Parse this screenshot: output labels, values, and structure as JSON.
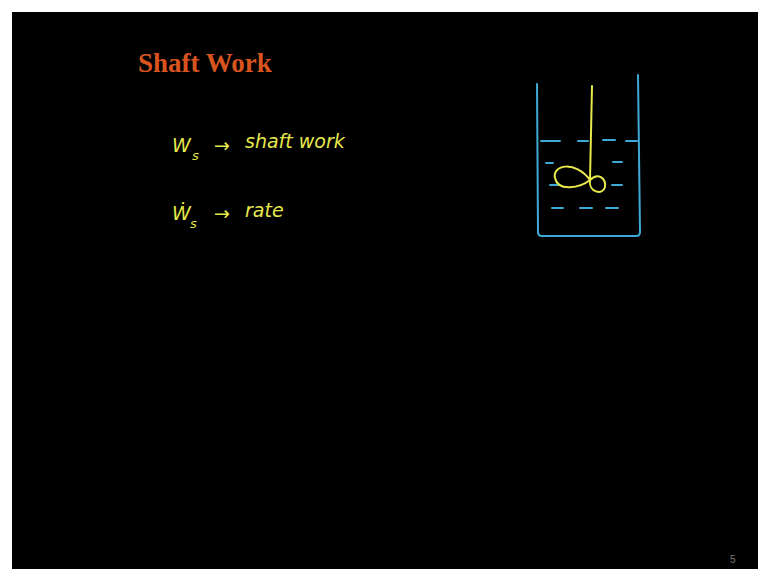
{
  "diagram": {
    "title": "Shaft Work",
    "labels": [
      "W",
      "s",
      "→",
      "shaft work",
      "Ẇ",
      "s",
      "→",
      "rate",
      "5"
    ]
  }
}
